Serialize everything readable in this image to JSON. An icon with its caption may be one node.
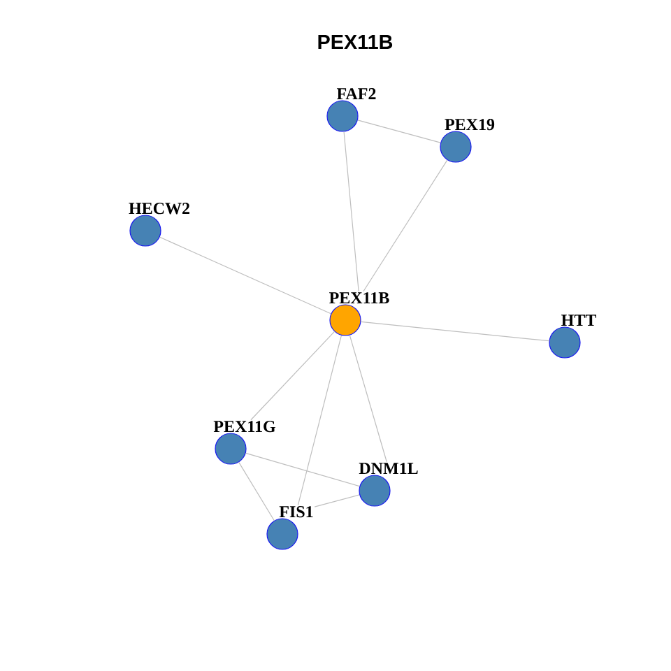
{
  "diagram": {
    "title": "PEX11B",
    "nodes": [
      {
        "text": [
          "FAF2"
        ]
      },
      {
        "text": [
          "PEX19"
        ]
      },
      {
        "text": [
          "HECW2"
        ]
      },
      {
        "text": [
          "PEX11B"
        ]
      },
      {
        "text": [
          "HTT"
        ]
      },
      {
        "text": [
          "PEX11G"
        ]
      },
      {
        "text": [
          "DNM1L"
        ]
      },
      {
        "text": [
          "FIS1"
        ]
      }
    ],
    "edges": [
      {
        "from": 0,
        "to": 1,
        "arrow": "none"
      },
      {
        "from": 0,
        "to": 3,
        "arrow": "none"
      },
      {
        "from": 1,
        "to": 3,
        "arrow": "none"
      },
      {
        "from": 2,
        "to": 3,
        "arrow": "none"
      },
      {
        "from": 3,
        "to": 4,
        "arrow": "none"
      },
      {
        "from": 3,
        "to": 5,
        "arrow": "none"
      },
      {
        "from": 3,
        "to": 7,
        "arrow": "none"
      },
      {
        "from": 3,
        "to": 6,
        "arrow": "none"
      },
      {
        "from": 5,
        "to": 6,
        "arrow": "none"
      },
      {
        "from": 5,
        "to": 7,
        "arrow": "none"
      },
      {
        "from": 7,
        "to": 6,
        "arrow": "none"
      }
    ]
  }
}
